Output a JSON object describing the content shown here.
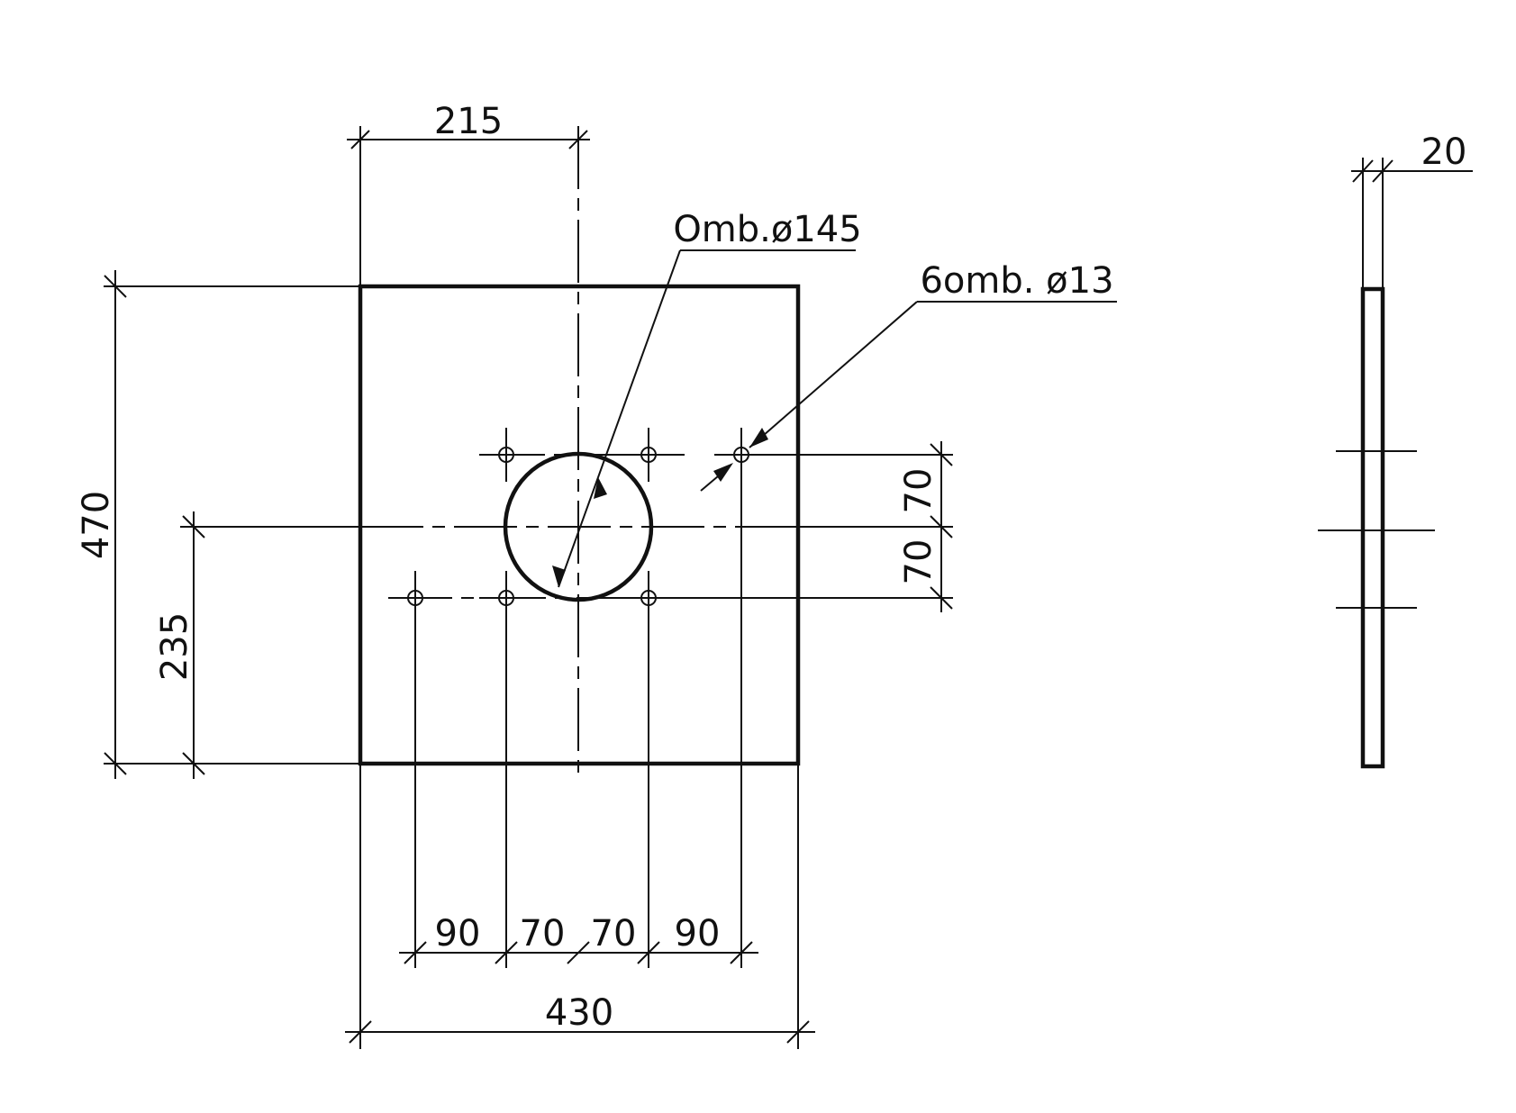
{
  "drawing": {
    "plate": {
      "width_dim": "430",
      "height_dim": "470",
      "half_width_dim": "215",
      "half_height_dim": "235",
      "hole_spacing": {
        "horizontal": [
          "90",
          "70",
          "70",
          "90"
        ],
        "vertical": [
          "70",
          "70"
        ]
      }
    },
    "callouts": {
      "large_hole": "Omb.ø145",
      "small_holes": "6omb. ø13"
    },
    "side_view": {
      "thickness_dim": "20"
    }
  }
}
